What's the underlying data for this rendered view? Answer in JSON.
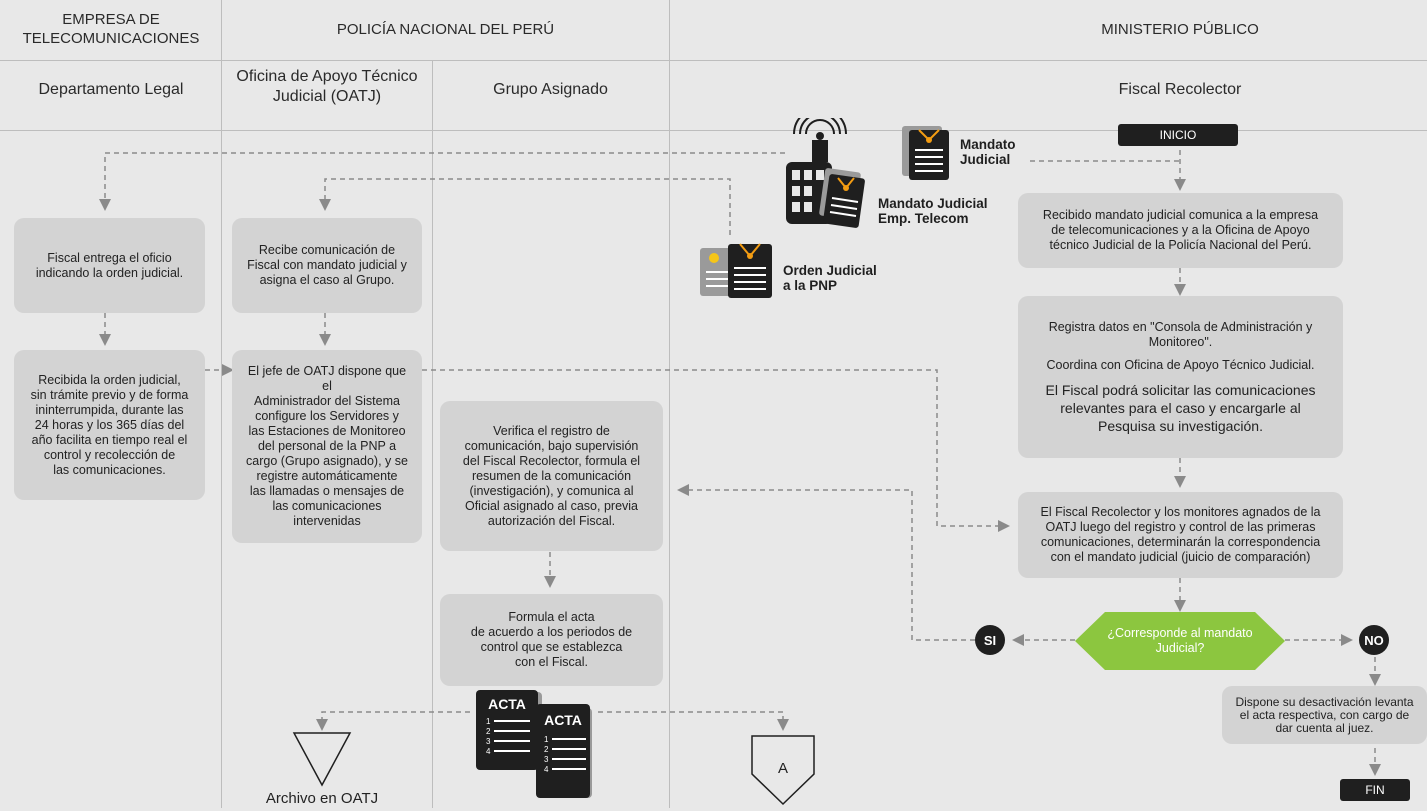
{
  "headers": {
    "empresa": "EMPRESA DE\nTELECOMUNICACIONES",
    "policia": "POLICÍA NACIONAL DEL PERÚ",
    "ministerio": "MINISTERIO PÚBLICO"
  },
  "subheaders": {
    "departamento": "Departamento Legal",
    "oatj": "Oficina de Apoyo Técnico\nJudicial (OATJ)",
    "grupo": "Grupo Asignado",
    "fiscal": "Fiscal Recolector"
  },
  "documents": {
    "mandato": "Mandato\nJudicial",
    "mandato_telecom": "Mandato Judicial\nEmp. Telecom",
    "orden_pnp": "Orden Judicial\na la PNP",
    "acta1": "ACTA",
    "acta2": "ACTA",
    "acta_nums": [
      "1",
      "2",
      "3",
      "4"
    ]
  },
  "boxes": {
    "legal1": "Fiscal entrega el oficio\nindicando la orden judicial.",
    "legal2": "Recibida la orden judicial,\nsin trámite previo y de forma\nininterrumpida, durante las\n24 horas y los 365 días del\naño facilita en tiempo real el\ncontrol y recolección de\nlas  comunicaciones.",
    "oatj1": "Recibe comunicación de\nFiscal con mandato judicial y\nasigna el caso al Grupo.",
    "oatj2": "El jefe de OATJ dispone que el\nAdministrador del Sistema\nconfigure los Servidores y\nlas Estaciones de Monitoreo\ndel personal de la PNP a\ncargo (Grupo asignado), y se\nregistre automáticamente\nlas llamadas o mensajes de\nlas comunicaciones\nintervenidas",
    "grupo1": "Verifica el registro de\ncomunicación, bajo supervisión\ndel Fiscal Recolector, formula el\nresumen de la comunicación\n(investigación), y comunica al\nOficial asignado al caso, previa\nautorización del Fiscal.",
    "grupo2": "Formula el acta\nde acuerdo a los periodos de\ncontrol que se establezca\ncon el Fiscal.",
    "fiscal1": "Recibido mandato judicial comunica a la empresa\nde telecomunicaciones y a la Oficina de Apoyo\ntécnico Judicial de la Policía Nacional del Perú.",
    "fiscal2a": "Registra datos en \"Consola de Administración y\nMonitoreo\".",
    "fiscal2b": "Coordina con Oficina de Apoyo Técnico Judicial.",
    "fiscal2c": "El Fiscal podrá solicitar las comunicaciones\nrelevantes para el caso y encargarle al\nPesquisa su investigación.",
    "fiscal3": "El Fiscal Recolector y los monitores agnados de la\nOATJ luego del registro y control de las primeras\ncomunicaciones, determinarán la correspondencia\ncon  el mandato  judicial (juicio de comparación)",
    "desactivacion": "Dispone su desactivación levanta\nel acta respectiva, con cargo de\ndar cuenta al juez."
  },
  "decision": "¿Corresponde al mandato\nJudicial?",
  "yes": "SI",
  "no": "NO",
  "inicio": "INICIO",
  "fin": "FIN",
  "archivo": "Archivo en OATJ",
  "connector": "A",
  "colors": {
    "background": "#e8e8e8",
    "box": "#d3d3d3",
    "dark": "#1f1f1f",
    "decision": "#8cc63f",
    "document_accent": "#f39c12"
  }
}
